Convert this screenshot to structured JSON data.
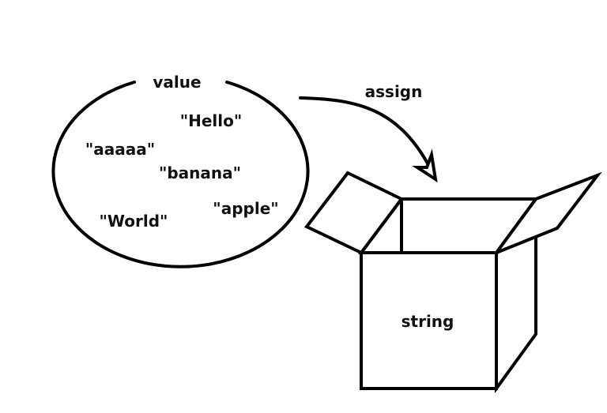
{
  "diagram": {
    "type": "concept-diagram",
    "ellipse_label": "value",
    "values": [
      "\"Hello\"",
      "\"aaaaa\"",
      "\"banana\"",
      "\"apple\"",
      "\"World\""
    ],
    "arrow_label": "assign",
    "box_label": "string",
    "colors": {
      "stroke": "#000000",
      "text": "#111111",
      "background": "#ffffff"
    }
  }
}
